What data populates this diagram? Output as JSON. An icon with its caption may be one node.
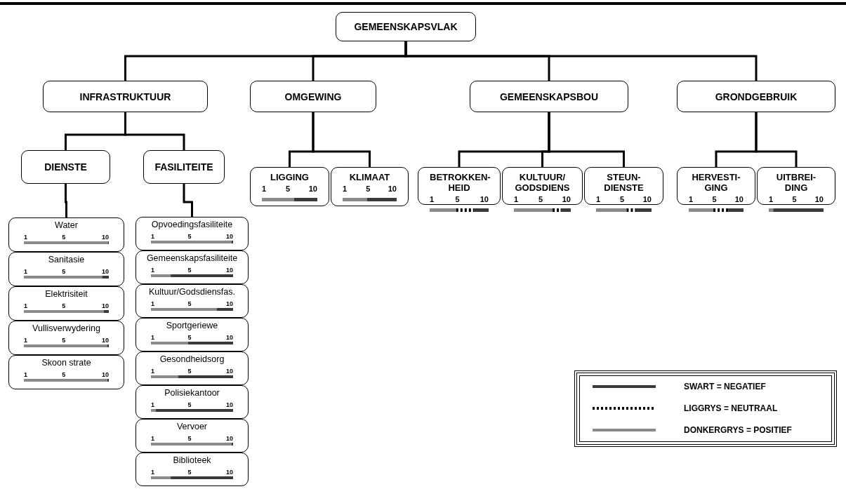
{
  "diagram": {
    "nodes": [
      {
        "text": [
          "GEMEENSKAPSVLAK"
        ]
      },
      {
        "text": [
          "INFRASTRUKTUUR"
        ]
      },
      {
        "text": [
          "OMGEWING"
        ]
      },
      {
        "text": [
          "GEMEENSKAPSBOU"
        ]
      },
      {
        "text": [
          "GRONDGEBRUIK"
        ]
      },
      {
        "text": [
          "DIENSTE"
        ]
      },
      {
        "text": [
          "FASILITEITE"
        ]
      },
      {
        "text": [
          "LIGGING",
          "1",
          "5",
          "10"
        ]
      },
      {
        "text": [
          "KLIMAAT",
          "1",
          "5",
          "10"
        ]
      },
      {
        "text": [
          "BETROKKEN- HEID",
          "1",
          "5",
          "10"
        ]
      },
      {
        "text": [
          "KULTUUR/ GODSDIENS",
          "1",
          "5",
          "10"
        ]
      },
      {
        "text": [
          "STEUN- DIENSTE",
          "1",
          "5",
          "10"
        ]
      },
      {
        "text": [
          "HERVESTI- GING",
          "1",
          "5",
          "10"
        ]
      },
      {
        "text": [
          "UITBREI- DING",
          "1",
          "5",
          "10"
        ]
      },
      {
        "text": [
          "Water",
          "1",
          "5",
          "10"
        ]
      },
      {
        "text": [
          "Sanitasie",
          "1",
          "5",
          "10"
        ]
      },
      {
        "text": [
          "Elektrisiteit",
          "1",
          "5",
          "10"
        ]
      },
      {
        "text": [
          "Vullisverwydering",
          "1",
          "5",
          "10"
        ]
      },
      {
        "text": [
          "Skoon strate",
          "1",
          "5",
          "10"
        ]
      },
      {
        "text": [
          "Opvoedingsfasiliteite",
          "1",
          "5",
          "10"
        ]
      },
      {
        "text": [
          "Gemeenskapsfasiliteite",
          "1",
          "5",
          "10"
        ]
      },
      {
        "text": [
          "Kultuur/Godsdiensfas.",
          "1",
          "5",
          "10"
        ]
      },
      {
        "text": [
          "Sportgeriewe",
          "1",
          "5",
          "10"
        ]
      },
      {
        "text": [
          "Gesondheidsorg",
          "1",
          "5",
          "10"
        ]
      },
      {
        "text": [
          "Polisiekantoor",
          "1",
          "5",
          "10"
        ]
      },
      {
        "text": [
          "Vervoer",
          "1",
          "5",
          "10"
        ]
      },
      {
        "text": [
          "Biblioteek",
          "1",
          "5",
          "10"
        ]
      }
    ],
    "edges": [
      {
        "from": 0,
        "to": 1,
        "arrow": "none"
      },
      {
        "from": 0,
        "to": 2,
        "arrow": "none"
      },
      {
        "from": 0,
        "to": 3,
        "arrow": "none"
      },
      {
        "from": 0,
        "to": 4,
        "arrow": "none"
      },
      {
        "from": 1,
        "to": 5,
        "arrow": "none"
      },
      {
        "from": 1,
        "to": 6,
        "arrow": "none"
      },
      {
        "from": 2,
        "to": 7,
        "arrow": "none"
      },
      {
        "from": 2,
        "to": 8,
        "arrow": "none"
      },
      {
        "from": 3,
        "to": 9,
        "arrow": "none"
      },
      {
        "from": 3,
        "to": 10,
        "arrow": "none"
      },
      {
        "from": 3,
        "to": 11,
        "arrow": "none"
      },
      {
        "from": 4,
        "to": 12,
        "arrow": "none"
      },
      {
        "from": 4,
        "to": 13,
        "arrow": "none"
      },
      {
        "from": 5,
        "to": 14,
        "arrow": "none"
      },
      {
        "from": 6,
        "to": 19,
        "arrow": "none"
      }
    ],
    "legend": [
      {
        "text": "SWART = NEGATIEF"
      },
      {
        "text": "LIGGRYS = NEUTRAAL"
      },
      {
        "text": "DONKERGRYS = POSITIEF"
      }
    ]
  }
}
